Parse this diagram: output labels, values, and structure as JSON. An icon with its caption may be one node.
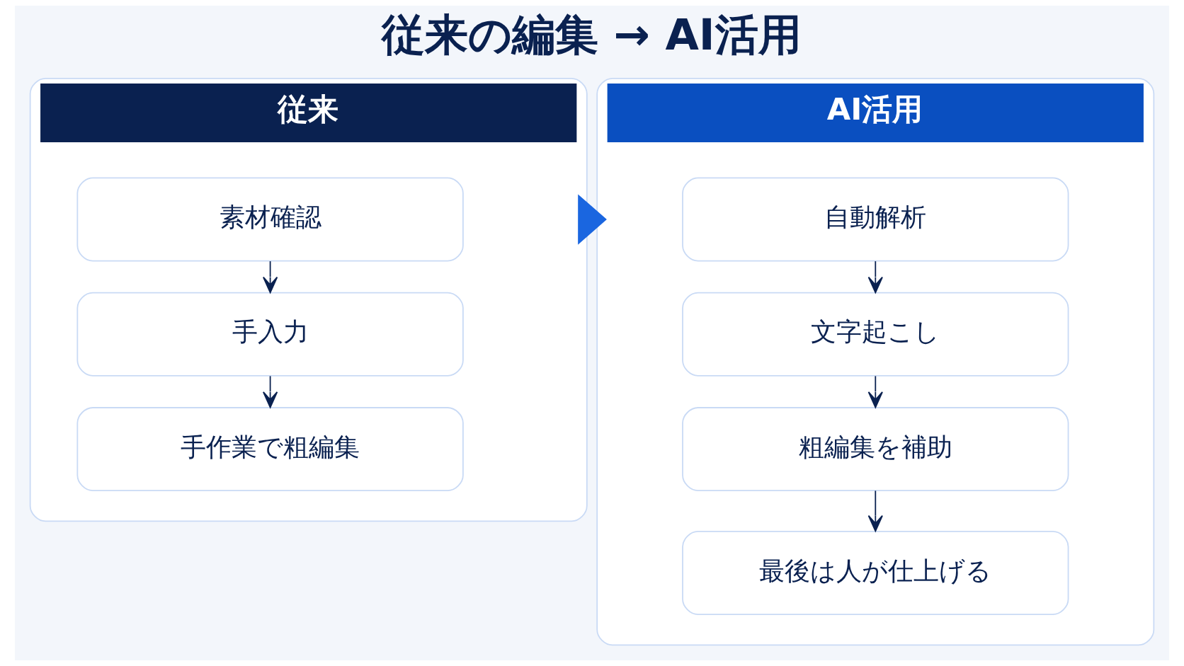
{
  "diagram": {
    "title": "従来の編集 → AI活用",
    "nodes": [
      {
        "text": [
          "従来"
        ]
      },
      {
        "text": [
          "素材確認"
        ],
        "in": 0
      },
      {
        "text": [
          "手入力"
        ],
        "in": 0
      },
      {
        "text": [
          "手作業で粗編集"
        ],
        "in": 0
      },
      {
        "text": [
          "AI活用"
        ]
      },
      {
        "text": [
          "自動解析"
        ],
        "in": 4
      },
      {
        "text": [
          "文字起こし"
        ],
        "in": 4
      },
      {
        "text": [
          "粗編集を補助"
        ],
        "in": 4
      },
      {
        "text": [
          "最後は人が仕上げる"
        ],
        "in": 4
      }
    ],
    "edges": [
      {
        "from": 1,
        "to": 2,
        "arrow": "to"
      },
      {
        "from": 2,
        "to": 3,
        "arrow": "to"
      },
      {
        "from": 5,
        "to": 6,
        "arrow": "to"
      },
      {
        "from": 6,
        "to": 7,
        "arrow": "to"
      },
      {
        "from": 7,
        "to": 8,
        "arrow": "to"
      },
      {
        "from": 0,
        "to": 4,
        "arrow": "to",
        "style": "thick",
        "color": "#1a66e0"
      }
    ]
  }
}
